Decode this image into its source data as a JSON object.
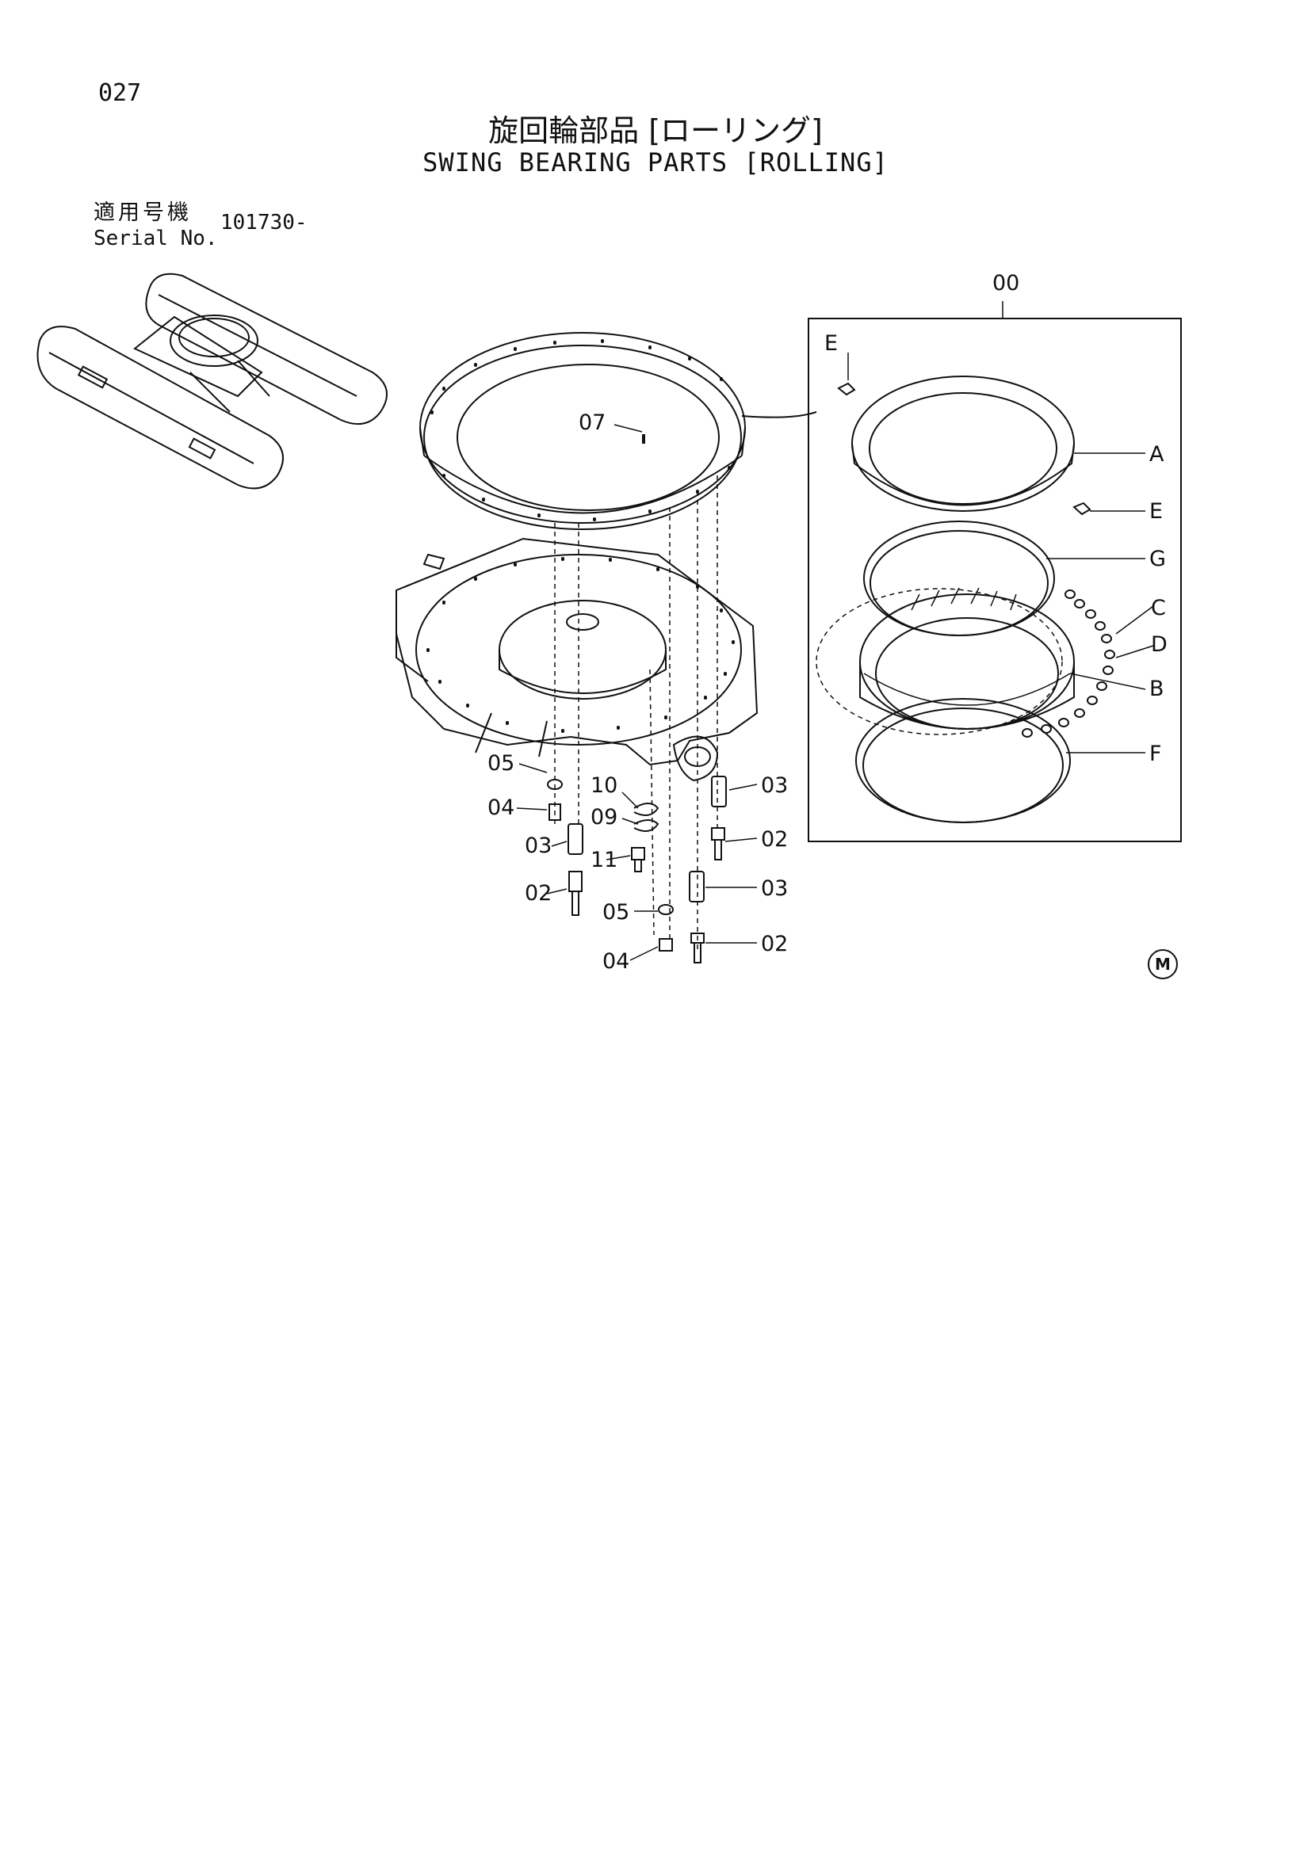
{
  "page_number": "027",
  "title_ja": "旋回輪部品 [ローリング]",
  "title_en": "SWING BEARING PARTS [ROLLING]",
  "serial": {
    "label_ja": "適用号機",
    "label_en": "Serial No.",
    "value": "101730-"
  },
  "callouts": {
    "assembly": "00",
    "c02a": "02",
    "c02b": "02",
    "c02c": "02",
    "c03a": "03",
    "c03b": "03",
    "c03c": "03",
    "c04a": "04",
    "c04b": "04",
    "c05a": "05",
    "c05b": "05",
    "c07": "07",
    "c09": "09",
    "c10": "10",
    "c11": "11",
    "A": "A",
    "B": "B",
    "C": "C",
    "D": "D",
    "E1": "E",
    "E2": "E",
    "F": "F",
    "G": "G"
  },
  "mark": "M"
}
